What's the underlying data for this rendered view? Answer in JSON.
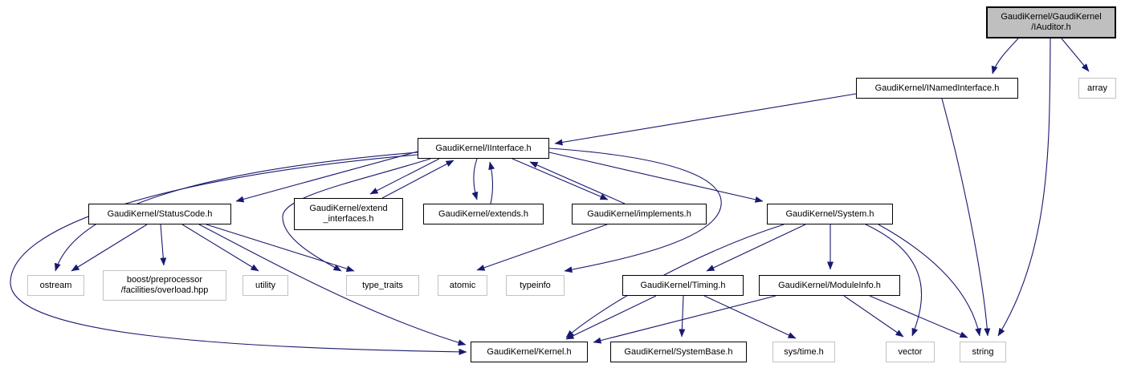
{
  "diagram": {
    "type": "include-dependency-graph",
    "root": "GaudiKernel/GaudiKernel/IAuditor.h",
    "edge_color": "#191970",
    "main_node_fill": "#bfbfbf",
    "node_fill": "#ffffff",
    "internal_border_color": "#000000",
    "external_border_color": "#c3c3c3",
    "nodes": {
      "iauditor": {
        "label": "GaudiKernel/GaudiKernel/IAuditor.h",
        "lines": [
          "GaudiKernel/GaudiKernel",
          "/IAuditor.h"
        ]
      },
      "inamedinterface": {
        "label": "GaudiKernel/INamedInterface.h"
      },
      "array": {
        "label": "array"
      },
      "iinterface": {
        "label": "GaudiKernel/IInterface.h"
      },
      "statuscode": {
        "label": "GaudiKernel/StatusCode.h"
      },
      "extendinterfaces": {
        "label": "GaudiKernel/extend_interfaces.h",
        "lines": [
          "GaudiKernel/extend",
          "_interfaces.h"
        ]
      },
      "extends": {
        "label": "GaudiKernel/extends.h"
      },
      "implements": {
        "label": "GaudiKernel/implements.h"
      },
      "system": {
        "label": "GaudiKernel/System.h"
      },
      "ostream": {
        "label": "ostream"
      },
      "boost_overload": {
        "label": "boost/preprocessor/facilities/overload.hpp",
        "lines": [
          "boost/preprocessor",
          "/facilities/overload.hpp"
        ]
      },
      "utility": {
        "label": "utility"
      },
      "type_traits": {
        "label": "type_traits"
      },
      "atomic": {
        "label": "atomic"
      },
      "typeinfo": {
        "label": "typeinfo"
      },
      "timing": {
        "label": "GaudiKernel/Timing.h"
      },
      "moduleinfo": {
        "label": "GaudiKernel/ModuleInfo.h"
      },
      "kernel": {
        "label": "GaudiKernel/Kernel.h"
      },
      "systembase": {
        "label": "GaudiKernel/SystemBase.h"
      },
      "systime": {
        "label": "sys/time.h"
      },
      "vector": {
        "label": "vector"
      },
      "string": {
        "label": "string"
      }
    },
    "edges": [
      {
        "from": "iauditor",
        "to": "inamedinterface"
      },
      {
        "from": "iauditor",
        "to": "array"
      },
      {
        "from": "iauditor",
        "to": "string"
      },
      {
        "from": "inamedinterface",
        "to": "iinterface"
      },
      {
        "from": "inamedinterface",
        "to": "string"
      },
      {
        "from": "iinterface",
        "to": "statuscode"
      },
      {
        "from": "iinterface",
        "to": "extendinterfaces"
      },
      {
        "from": "extendinterfaces",
        "to": "iinterface"
      },
      {
        "from": "iinterface",
        "to": "extends"
      },
      {
        "from": "extends",
        "to": "iinterface"
      },
      {
        "from": "iinterface",
        "to": "implements"
      },
      {
        "from": "implements",
        "to": "iinterface"
      },
      {
        "from": "iinterface",
        "to": "system"
      },
      {
        "from": "iinterface",
        "to": "ostream"
      },
      {
        "from": "iinterface",
        "to": "kernel"
      },
      {
        "from": "iinterface",
        "to": "type_traits"
      },
      {
        "from": "iinterface",
        "to": "typeinfo"
      },
      {
        "from": "statuscode",
        "to": "ostream"
      },
      {
        "from": "statuscode",
        "to": "boost_overload"
      },
      {
        "from": "statuscode",
        "to": "utility"
      },
      {
        "from": "statuscode",
        "to": "type_traits"
      },
      {
        "from": "statuscode",
        "to": "kernel"
      },
      {
        "from": "implements",
        "to": "atomic"
      },
      {
        "from": "system",
        "to": "timing"
      },
      {
        "from": "system",
        "to": "moduleinfo"
      },
      {
        "from": "system",
        "to": "kernel"
      },
      {
        "from": "system",
        "to": "vector"
      },
      {
        "from": "system",
        "to": "string"
      },
      {
        "from": "moduleinfo",
        "to": "kernel"
      },
      {
        "from": "moduleinfo",
        "to": "vector"
      },
      {
        "from": "moduleinfo",
        "to": "string"
      },
      {
        "from": "timing",
        "to": "kernel"
      },
      {
        "from": "timing",
        "to": "systembase"
      },
      {
        "from": "timing",
        "to": "systime"
      }
    ]
  }
}
